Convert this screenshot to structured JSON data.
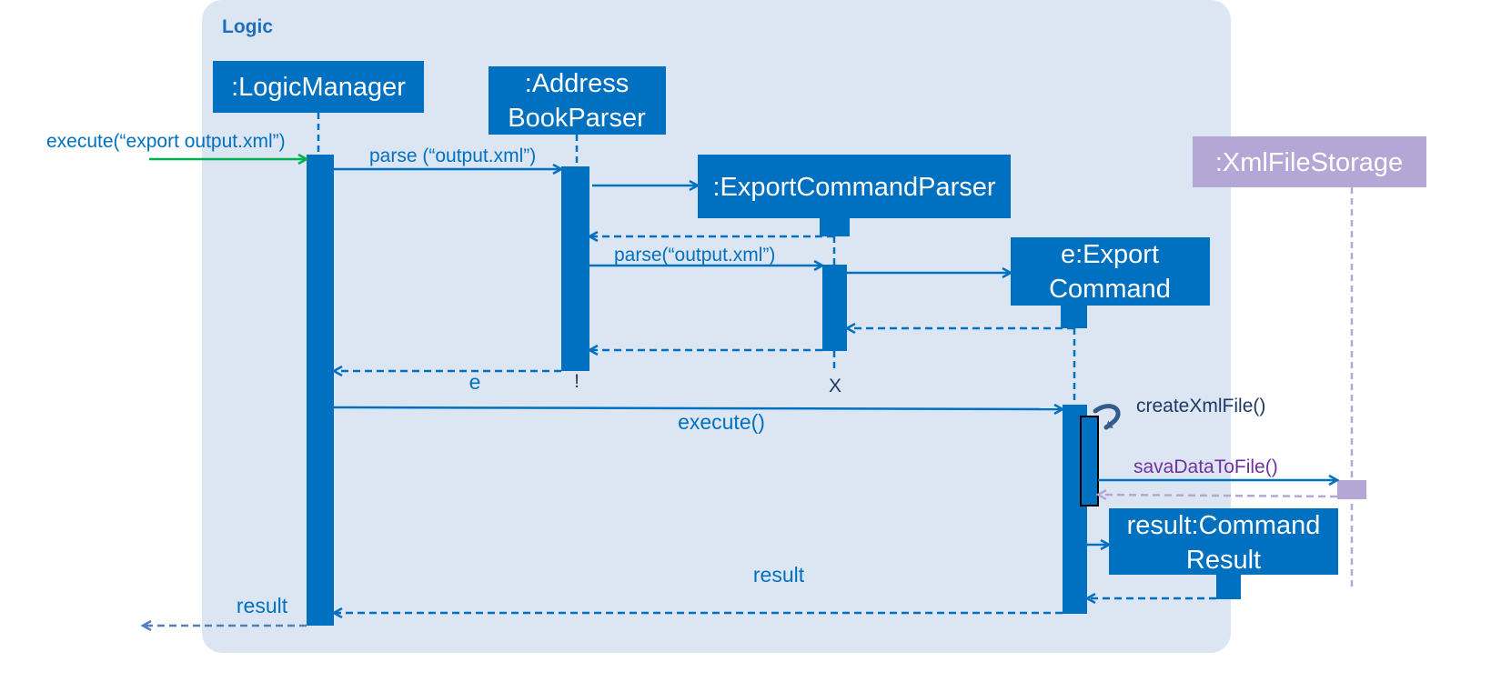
{
  "frame": {
    "label": "Logic",
    "background": "#dce6f2"
  },
  "colors": {
    "primary": "#0070c0",
    "storage": "#b4a7d6",
    "incoming_call": "#00b050",
    "save_label": "#7030a0",
    "dark_label": "#1f3864"
  },
  "participants": {
    "logic_manager": {
      "line1": ":LogicManager",
      "line2": ""
    },
    "address_book_parser": {
      "line1": ":Address",
      "line2": "BookParser"
    },
    "export_command_parser": {
      "line1": ":ExportCommandParser",
      "line2": ""
    },
    "export_command": {
      "line1": "e:Export",
      "line2": "Command"
    },
    "command_result": {
      "line1": "result:Command",
      "line2": "Result"
    },
    "xml_file_storage": {
      "line1": ":XmlFileStorage",
      "line2": ""
    }
  },
  "messages": {
    "incoming_execute": "execute(“export output.xml”)",
    "parse_to_address_book_parser": "parse (“output.xml”)",
    "parse_to_export_command_parser": "parse(“output.xml”)",
    "return_e": "e",
    "execute": "execute()",
    "create_xml_file": "createXmlFile()",
    "save_data_to_file": "savaDataToFile()",
    "result_inner": "result",
    "result_outer": "result"
  },
  "markers": {
    "destroy": "X",
    "tick": "!"
  }
}
